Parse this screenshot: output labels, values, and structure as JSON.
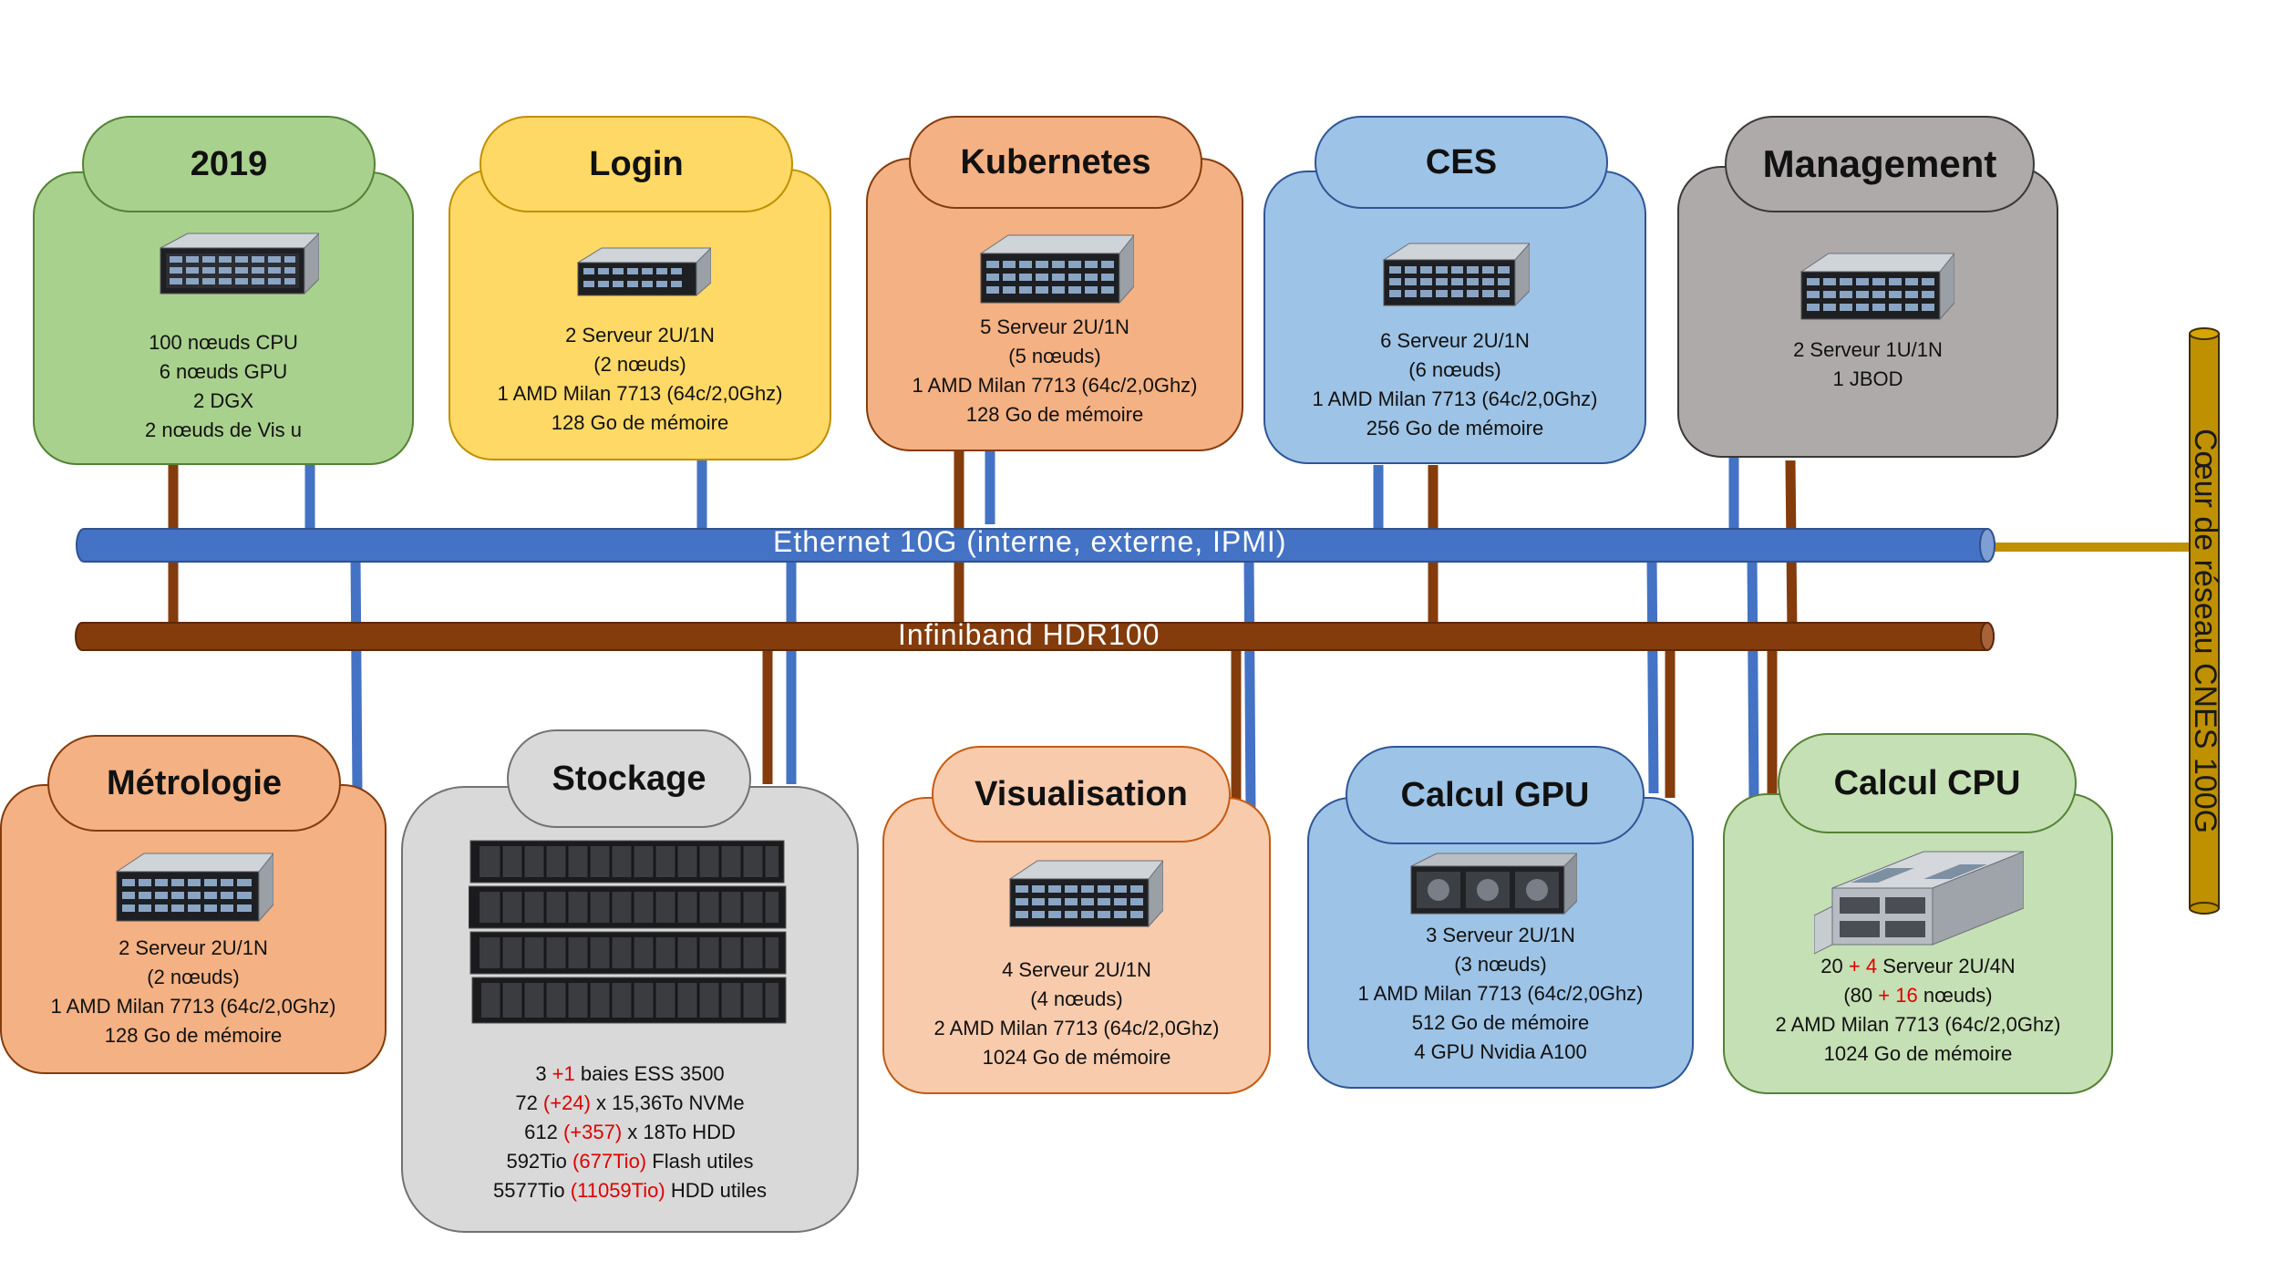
{
  "colors": {
    "ethernet": "#4472c4",
    "infiniband": "#843c0c",
    "core": "#bf9000"
  },
  "buses": {
    "ethernet_label": "Ethernet 10G (interne, externe, IPMI)",
    "infiniband_label": "Infiniband HDR100",
    "core_label": "Cœur de réseau CNES 100G"
  },
  "groups": {
    "g2019": {
      "title": "2019",
      "lines": [
        "100 nœuds CPU",
        "6 nœuds GPU",
        "2 DGX",
        "2 nœuds de Vis u"
      ]
    },
    "login": {
      "title": "Login",
      "lines": [
        "2 Serveur 2U/1N",
        "(2 nœuds)",
        "1 AMD Milan 7713 (64c/2,0Ghz)",
        "128 Go de mémoire"
      ]
    },
    "kubernetes": {
      "title": "Kubernetes",
      "lines": [
        "5 Serveur 2U/1N",
        "(5 nœuds)",
        "1 AMD Milan 7713 (64c/2,0Ghz)",
        "128 Go de mémoire"
      ]
    },
    "ces": {
      "title": "CES",
      "lines": [
        "6 Serveur 2U/1N",
        "(6 nœuds)",
        "1 AMD Milan 7713 (64c/2,0Ghz)",
        "256 Go de mémoire"
      ]
    },
    "management": {
      "title": "Management",
      "lines": [
        "2 Serveur 1U/1N",
        "1 JBOD"
      ]
    },
    "metrologie": {
      "title": "Métrologie",
      "lines": [
        "2 Serveur 2U/1N",
        "(2 nœuds)",
        "1 AMD Milan 7713 (64c/2,0Ghz)",
        "128 Go de mémoire"
      ]
    },
    "stockage": {
      "title": "Stockage",
      "l1": {
        "a": "3 ",
        "b": "+1",
        "c": " baies ESS 3500"
      },
      "l2": {
        "a": "72 ",
        "b": "(+24)",
        "c": " x 15,36To  NVMe"
      },
      "l3": {
        "a": "612 ",
        "b": "(+357)",
        "c": " x 18To HDD"
      },
      "l4": {
        "a": "592Tio ",
        "b": "(677Tio)",
        "c": "  Flash utiles"
      },
      "l5": {
        "a": "5577Tio ",
        "b": "(11059Tio)",
        "c": "  HDD utiles"
      }
    },
    "visualisation": {
      "title": "Visualisation",
      "lines": [
        "4 Serveur 2U/1N",
        "(4 nœuds)",
        "2 AMD Milan 7713 (64c/2,0Ghz)",
        "1024 Go de mémoire"
      ]
    },
    "gpu": {
      "title": "Calcul GPU",
      "lines": [
        "3 Serveur 2U/1N",
        "(3 nœuds)",
        "1 AMD Milan 7713 (64c/2,0Ghz)",
        "512 Go de mémoire",
        "4 GPU Nvidia A100"
      ]
    },
    "cpu": {
      "title": "Calcul CPU",
      "l1": {
        "a": "20 ",
        "b": "+ 4",
        "c": " Serveur 2U/4N"
      },
      "l2": {
        "a": "(80 ",
        "b": "+ 16",
        "c": " nœuds)"
      },
      "l3": "2 AMD Milan 7713 (64c/2,0Ghz)",
      "l4": "1024 Go de mémoire"
    }
  }
}
